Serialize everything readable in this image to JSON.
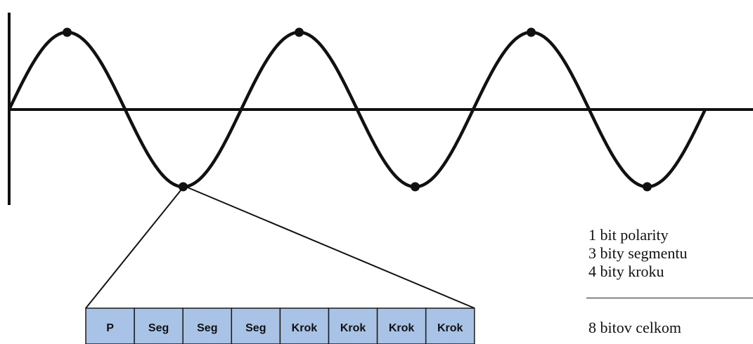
{
  "colors": {
    "line": "#111111",
    "cell_fill": "#a9c3e7",
    "cell_border": "#1a1a1a"
  },
  "wave": {
    "cycles": 3,
    "peaks": 3,
    "troughs": 3
  },
  "byte_cells": [
    "P",
    "Seg",
    "Seg",
    "Seg",
    "Krok",
    "Krok",
    "Krok",
    "Krok"
  ],
  "legend": {
    "lines": [
      "1 bit polarity",
      "3 bity segmentu",
      "4 bity kroku"
    ],
    "total": "8 bitov celkom"
  }
}
